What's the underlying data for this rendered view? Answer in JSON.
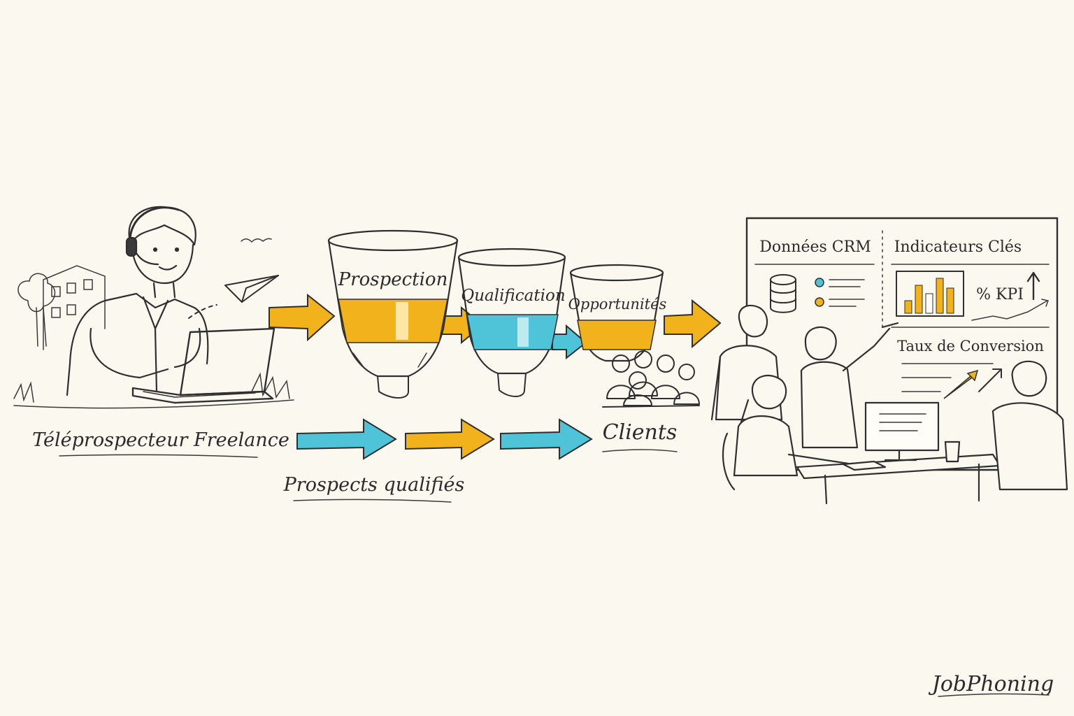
{
  "labels": {
    "freelancer": "Téléprospecteur Freelance",
    "prospects": "Prospects qualifiés",
    "clients": "Clients"
  },
  "funnels": {
    "prospection": "Prospection",
    "qualification": "Qualification",
    "opportunities": "Opportunités"
  },
  "board": {
    "crm": "Données CRM",
    "indicators": "Indicateurs Clés",
    "kpi": "% KPI",
    "conversion": "Taux de Conversion"
  },
  "brand": "JobPhoning",
  "colors": {
    "yellow": "#f2b21b",
    "blue": "#4fc3d8",
    "ink": "#2f2f2f",
    "background": "#fbf8f0"
  }
}
